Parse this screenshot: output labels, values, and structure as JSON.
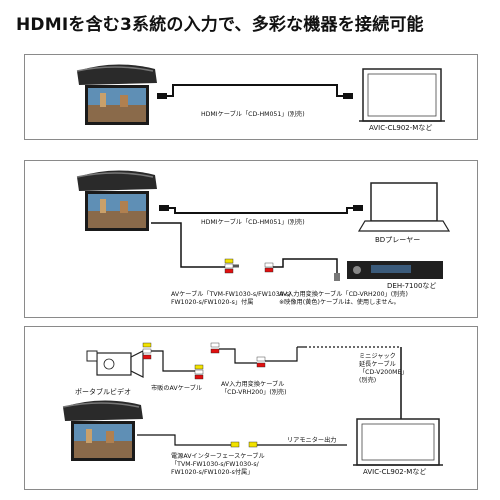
{
  "title": "HDMIを含む3系統の入力で、多彩な機器を接続可能",
  "panel1": {
    "cable_label": "HDMIケーブル「CD-HM051」(別売)",
    "device_label": "AVIC-CL902-Mなど"
  },
  "panel2": {
    "hdmi_label": "HDMIケーブル「CD-HM051」(別売)",
    "bd_label": "BDプレーヤー",
    "deh_label": "DEH-7100など",
    "av_cable_line1": "AVケーブル「TVM-FW1030-s/FW1030-s/",
    "av_cable_line2": "FW1020-s/FW1020-s」付属",
    "conv_line1": "AV入力用変換ケーブル「CD-VRH200」(別売)",
    "conv_line2": "※映像用(黄色)ケーブルは、使用しません。"
  },
  "panel3": {
    "video_label": "ポータブルビデオ",
    "market_cable": "市販のAVケーブル",
    "conv_line1": "AV入力用変換ケーブル",
    "conv_line2": "「CD-VRH200」(別売)",
    "mini_line1": "ミニジャック",
    "mini_line2": "延長ケーブル",
    "mini_line3": "「CD-V200ME」",
    "mini_line4": "(別売)",
    "power_line1": "電源AVインターフェースケーブル",
    "power_line2": "「TVM-FW1030-s/FW1030-s/",
    "power_line3": "FW1020-s/FW1020-s付属」",
    "rear_label": "リアモニター出力",
    "device_label": "AVIC-CL902-Mなど"
  }
}
